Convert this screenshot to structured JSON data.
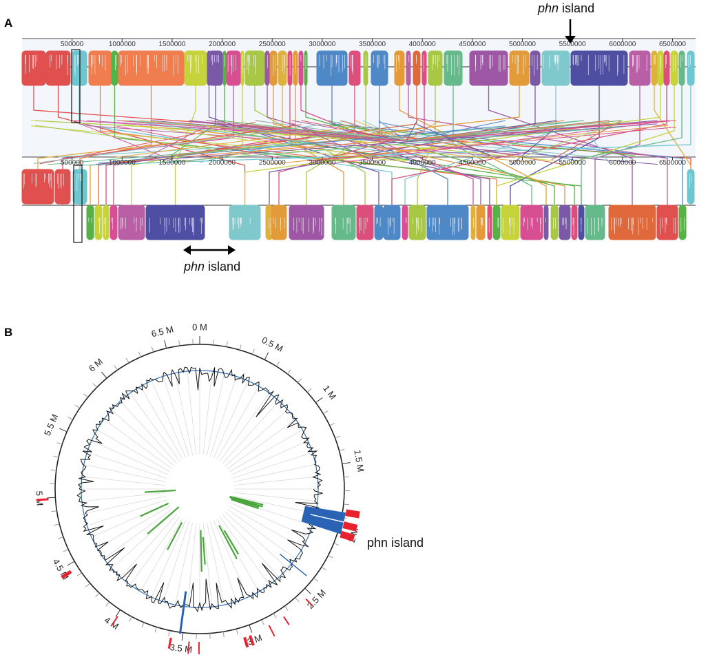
{
  "panel_a": {
    "letter": "A",
    "top_ticks": [
      "500000",
      "1000000",
      "1500000",
      "2000000",
      "2500000",
      "3000000",
      "3500000",
      "4000000",
      "4500000",
      "5000000",
      "5500000",
      "6000000",
      "6500000"
    ],
    "bottom_ticks": [
      "500000",
      "1000000",
      "1500000",
      "2000000",
      "2500000",
      "3000000",
      "3500000",
      "4000000",
      "4500000",
      "5000000",
      "5500000",
      "6000000",
      "6500000"
    ],
    "annotation_top": {
      "italic": "phn",
      "rest": " island"
    },
    "annotation_bottom": {
      "italic": "phn",
      "rest": " island"
    }
  },
  "panel_b": {
    "letter": "B",
    "ring_labels": [
      "0 M",
      "0.5 M",
      "1 M",
      "1.5 M",
      "2 M",
      "2.5 M",
      "3 M",
      "3.5 M",
      "4 M",
      "4.5 M",
      "5 M",
      "5.5 M",
      "6 M",
      "6.5 M"
    ],
    "annotation": "phn island",
    "colors": {
      "gc_line": "#111111",
      "mean_line": "#2f6db5",
      "island": "#2a63b4",
      "red_marks": "#e8212f",
      "green_marks": "#4aa63c"
    }
  },
  "colors": {
    "palette": [
      "#e0504f",
      "#d95b3e",
      "#6ec6d1",
      "#ef7d4d",
      "#57b146",
      "#c7d33a",
      "#7a59a6",
      "#d84e92",
      "#a8c845",
      "#7fc8cb",
      "#e39b3a",
      "#4f88c6",
      "#dc4f7c",
      "#66b98b",
      "#9e57a4",
      "#e0b03d",
      "#8ac7c2",
      "#4e4fa3",
      "#b85fa6",
      "#c8d43f",
      "#e0693c"
    ]
  }
}
